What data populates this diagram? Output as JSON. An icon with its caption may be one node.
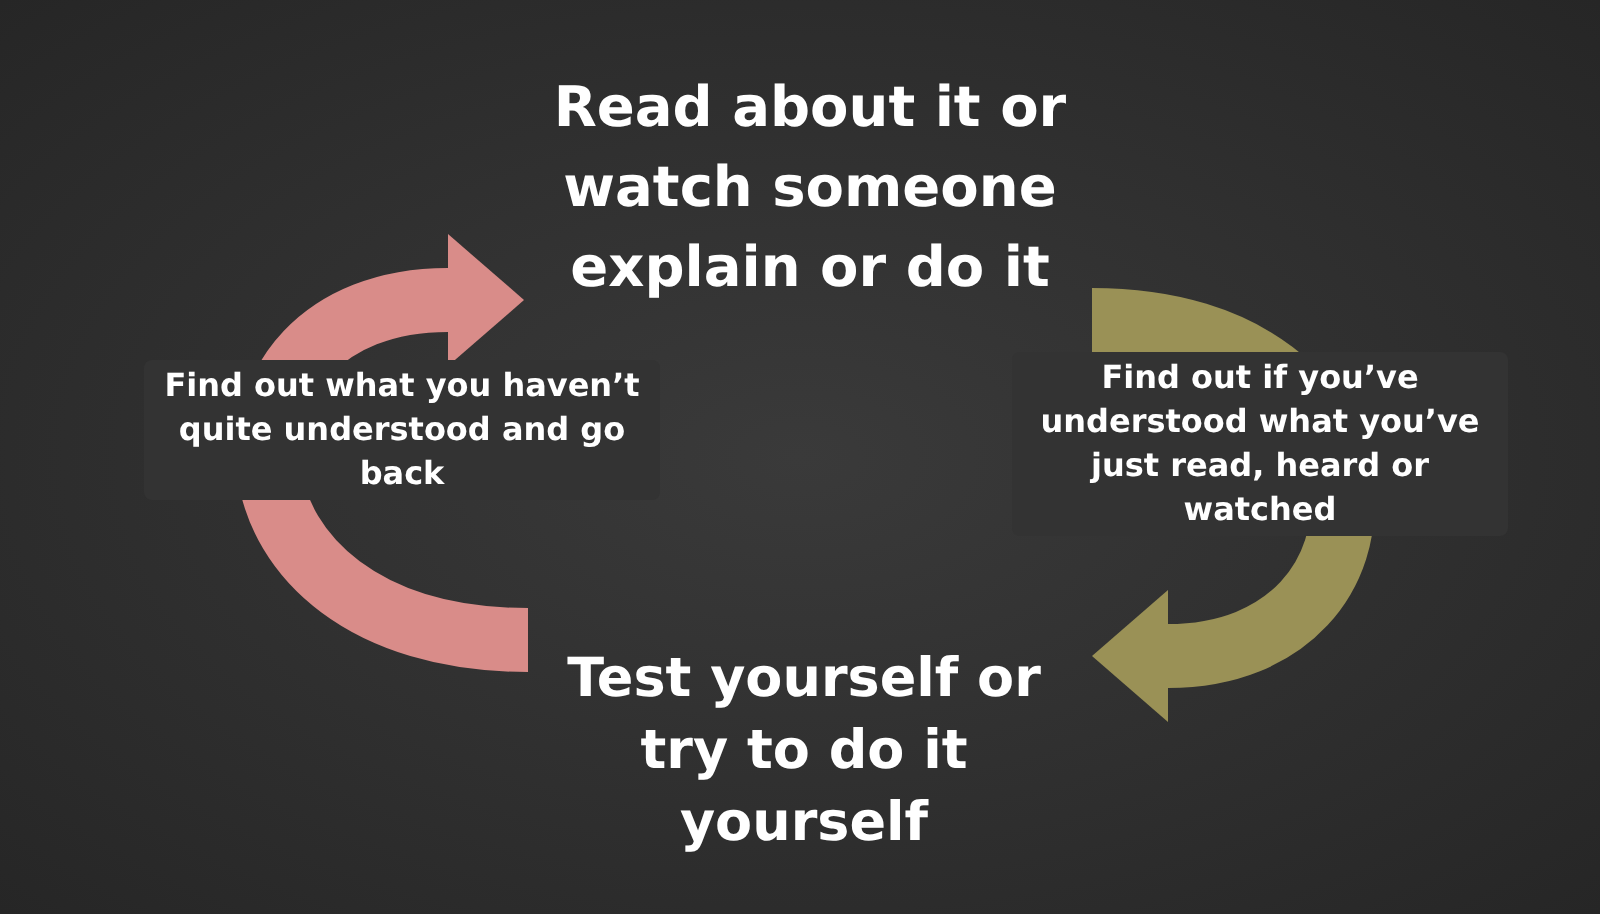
{
  "diagram": {
    "nodes": [
      {
        "text": [
          "Read about it or watch someone explain or do it"
        ]
      },
      {
        "text": [
          "Test yourself or try to do it yourself"
        ]
      }
    ],
    "edges": [
      {
        "from": 0,
        "to": 1,
        "arrow": "to",
        "label": "Find out if you’ve understood what you’ve just read, heard or watched",
        "color": "#9a9156"
      },
      {
        "from": 1,
        "to": 0,
        "arrow": "to",
        "label": "Find out what you haven’t quite understood and go back",
        "color": "#d98c89"
      }
    ]
  }
}
